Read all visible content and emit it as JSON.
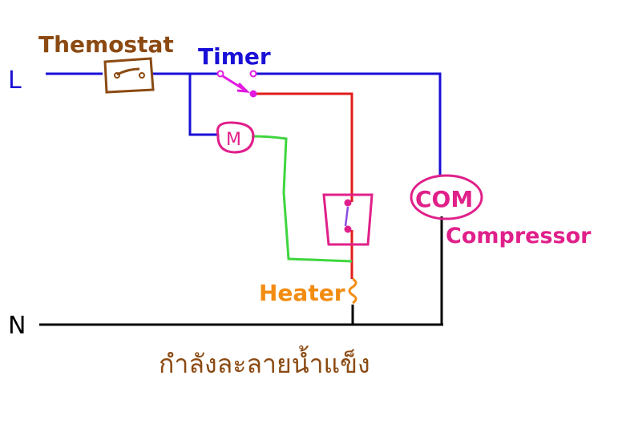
{
  "labels": {
    "line": "L",
    "neutral": "N",
    "thermostat": "Themostat",
    "timer": "Timer",
    "motor": "M",
    "compressor_symbol": "COM",
    "compressor": "Compressor",
    "heater": "Heater",
    "caption": "กำลังละลายน้ำแข็ง"
  },
  "colors": {
    "line_wire": "#1a0fd6",
    "neutral_wire": "#000000",
    "thermostat": "#8b4a12",
    "timer_label": "#1a0fd6",
    "motor": "#e0208a",
    "compressor": "#e0208a",
    "defrost_wire": "#e21b1b",
    "motor_wire": "#3ed63e",
    "heater": "#f28c12",
    "caption": "#8b4a12",
    "timer_contact": "#e21be0"
  }
}
